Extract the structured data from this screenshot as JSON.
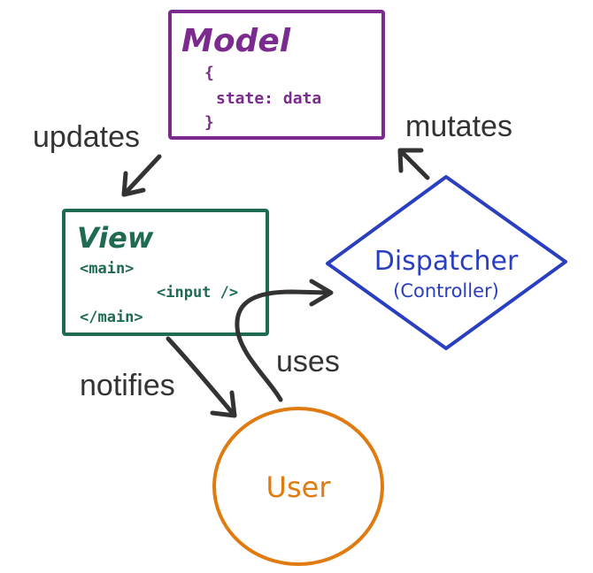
{
  "colors": {
    "model": "#7b2a8e",
    "view": "#1f6b4f",
    "dispatcher": "#2a3ec0",
    "user": "#e07b12",
    "arrow": "#333333",
    "label": "#333333"
  },
  "model": {
    "title": "Model",
    "line1": "{",
    "line2": "state: data",
    "line3": "}"
  },
  "view": {
    "title": "View",
    "line1": "<main>",
    "line2": "<input />",
    "line3": "</main>"
  },
  "dispatcher": {
    "title": "Dispatcher",
    "subtitle": "(Controller)"
  },
  "user": {
    "title": "User"
  },
  "edges": {
    "updates": "updates",
    "mutates": "mutates",
    "uses": "uses",
    "notifies": "notifies"
  }
}
